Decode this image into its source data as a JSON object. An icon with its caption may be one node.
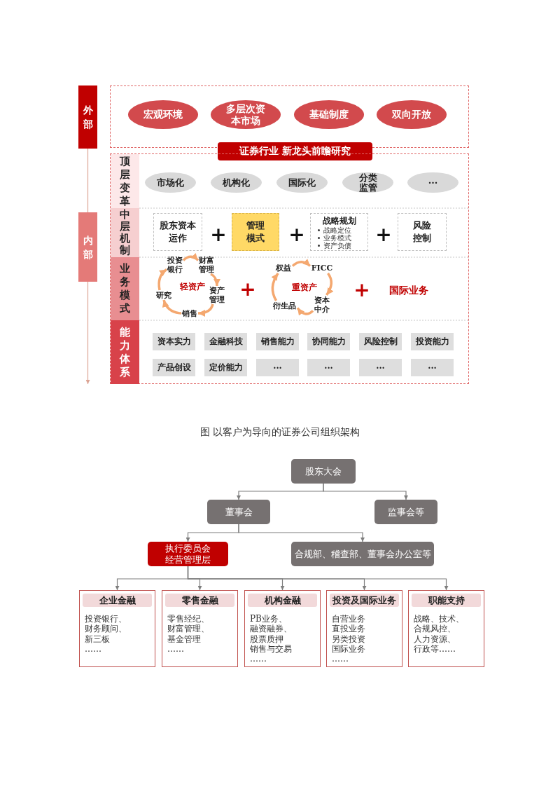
{
  "diagram": {
    "caption": "图 以客户为导向的证券公司组织架构",
    "nodes": [
      {
        "text": [
          "外部"
        ]
      },
      {
        "text": [],
        "shape": "box"
      },
      {
        "text": [
          "宏观环境"
        ],
        "in": 1
      },
      {
        "text": [
          "多层次资本市场"
        ],
        "in": 1
      },
      {
        "text": [
          "基础制度"
        ],
        "in": 1
      },
      {
        "text": [
          "双向开放"
        ],
        "in": 1
      },
      {
        "text": [
          "证券行业 新龙头前瞻研究"
        ]
      },
      {
        "text": [
          "内部"
        ]
      },
      {
        "text": [],
        "shape": "box"
      },
      {
        "text": [
          "顶层变革"
        ],
        "in": 8
      },
      {
        "text": [
          "市场化"
        ],
        "in": 8
      },
      {
        "text": [
          "机构化"
        ],
        "in": 8
      },
      {
        "text": [
          "国际化"
        ],
        "in": 8
      },
      {
        "text": [
          "分类监管"
        ],
        "in": 8
      },
      {
        "text": [
          "···"
        ],
        "in": 8
      },
      {
        "text": [
          "中层机制"
        ],
        "in": 8
      },
      {
        "text": [
          "股东资本运作"
        ],
        "in": 8
      },
      {
        "text": [
          "管理模式"
        ],
        "in": 8
      },
      {
        "text": [
          "战略规划",
          "战略定位",
          "业务模式",
          "资产负债"
        ],
        "in": 8
      },
      {
        "text": [
          "风险控制"
        ],
        "in": 8
      },
      {
        "text": [
          "业务模式"
        ],
        "in": 8
      },
      {
        "text": [
          "投资银行"
        ],
        "in": 8
      },
      {
        "text": [
          "财富管理"
        ],
        "in": 8
      },
      {
        "text": [
          "资产管理"
        ],
        "in": 8
      },
      {
        "text": [
          "销售"
        ],
        "in": 8
      },
      {
        "text": [
          "研究"
        ],
        "in": 8
      },
      {
        "text": [
          "权益"
        ],
        "in": 8
      },
      {
        "text": [
          "FICC"
        ],
        "in": 8
      },
      {
        "text": [
          "资本中介"
        ],
        "in": 8
      },
      {
        "text": [
          "衍生品"
        ],
        "in": 8
      },
      {
        "text": [
          "能力体系"
        ],
        "in": 8
      },
      {
        "text": [
          "资本实力"
        ],
        "in": 8
      },
      {
        "text": [
          "金融科技"
        ],
        "in": 8
      },
      {
        "text": [
          "销售能力"
        ],
        "in": 8
      },
      {
        "text": [
          "协同能力"
        ],
        "in": 8
      },
      {
        "text": [
          "风险控制"
        ],
        "in": 8
      },
      {
        "text": [
          "投资能力"
        ],
        "in": 8
      },
      {
        "text": [
          "产品创设"
        ],
        "in": 8
      },
      {
        "text": [
          "定价能力"
        ],
        "in": 8
      },
      {
        "text": [
          "···"
        ],
        "in": 8
      },
      {
        "text": [
          "···"
        ],
        "in": 8
      },
      {
        "text": [
          "···"
        ],
        "in": 8
      },
      {
        "text": [
          "···"
        ],
        "in": 8
      },
      {
        "text": [
          "股东大会"
        ]
      },
      {
        "text": [
          "董事会"
        ]
      },
      {
        "text": [
          "监事会等"
        ]
      },
      {
        "text": [
          "执行委员会",
          "经营管理层"
        ]
      },
      {
        "text": [
          "合规部、稽查部、董事会办公室等"
        ]
      },
      {
        "text": [
          "企业金融",
          "投资银行、",
          "财务顾问、",
          "新三板",
          "……"
        ]
      },
      {
        "text": [
          "零售金融",
          "零售经纪、",
          "财富管理、",
          "基金管理",
          "……"
        ]
      },
      {
        "text": [
          "机构金融",
          "PB业务、",
          "融资融券、",
          "股票质押",
          "销售与交易",
          "……"
        ]
      },
      {
        "text": [
          "投资及国际业务",
          "自营业务",
          "直投业务",
          "另类投资",
          "国际业务",
          "……"
        ]
      },
      {
        "text": [
          "职能支持",
          "战略、技术、",
          "合规风控、",
          "人力资源、",
          "行政等……"
        ]
      }
    ],
    "edges": [
      {
        "from": 0,
        "to": 7,
        "arrow": "none",
        "color": "#dca595"
      },
      {
        "from": 7,
        "to": null,
        "arrow": "to",
        "color": "#dca595"
      },
      {
        "from": 21,
        "to": 22,
        "arrow": "to",
        "style": "thick",
        "color": "#f4a870"
      },
      {
        "from": 22,
        "to": 23,
        "arrow": "to",
        "style": "thick",
        "color": "#f4a870"
      },
      {
        "from": 23,
        "to": 24,
        "arrow": "to",
        "style": "thick",
        "color": "#f4a870"
      },
      {
        "from": 24,
        "to": 25,
        "arrow": "to",
        "style": "thick",
        "color": "#f4a870"
      },
      {
        "from": 25,
        "to": 21,
        "arrow": "to",
        "style": "thick",
        "color": "#f4a870"
      },
      {
        "from": 26,
        "to": 27,
        "arrow": "to",
        "style": "thick",
        "color": "#f4a870"
      },
      {
        "from": 27,
        "to": 28,
        "arrow": "to",
        "style": "thick",
        "color": "#f4a870"
      },
      {
        "from": 28,
        "to": 29,
        "arrow": "to",
        "style": "thick",
        "color": "#f4a870"
      },
      {
        "from": 29,
        "to": 26,
        "arrow": "to",
        "style": "thick",
        "color": "#f4a870"
      },
      {
        "from": 43,
        "to": 44,
        "arrow": "to",
        "color": "#7f7f7f"
      },
      {
        "from": 43,
        "to": 45,
        "arrow": "to",
        "color": "#7f7f7f"
      },
      {
        "from": 44,
        "to": 46,
        "arrow": "to",
        "color": "#7f7f7f"
      },
      {
        "from": 44,
        "to": 47,
        "arrow": "to",
        "color": "#7f7f7f"
      },
      {
        "from": 46,
        "to": 48,
        "arrow": "to",
        "color": "#7f7f7f"
      },
      {
        "from": 46,
        "to": 49,
        "arrow": "to",
        "color": "#7f7f7f"
      },
      {
        "from": 46,
        "to": 50,
        "arrow": "to",
        "color": "#7f7f7f"
      },
      {
        "from": 46,
        "to": 51,
        "arrow": "to",
        "color": "#7f7f7f"
      },
      {
        "from": 46,
        "to": 52,
        "arrow": "to",
        "color": "#7f7f7f"
      }
    ],
    "labels": [
      "+",
      "+",
      "+",
      "轻资产",
      "+",
      "重资产",
      "+",
      "国际业务"
    ]
  }
}
